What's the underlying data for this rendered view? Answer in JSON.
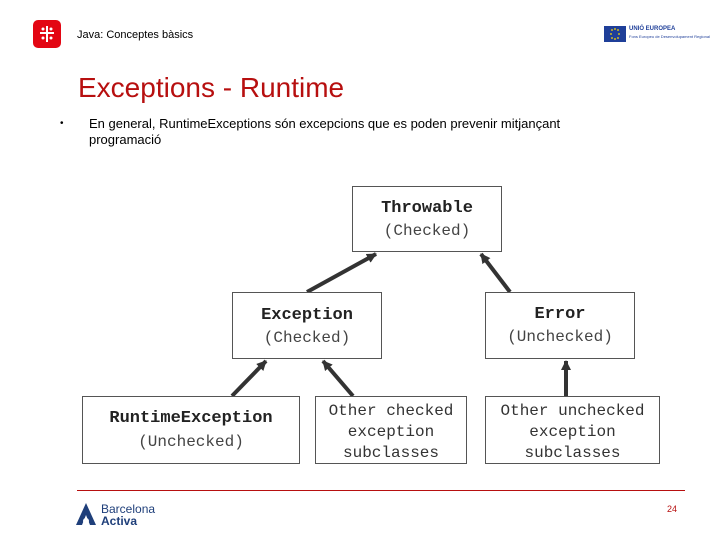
{
  "header": {
    "course_title": "Java: Conceptes bàsics",
    "eu_title": "UNIÓ EUROPEA",
    "eu_subtitle": "Fons Europeu de Desenvolupament Regional"
  },
  "slide": {
    "title": "Exceptions - Runtime",
    "bullet_symbol": "•",
    "bullet_text": "En general, RuntimeExceptions són excepcions que es poden prevenir mitjançant programació"
  },
  "diagram": {
    "throwable": {
      "name": "Throwable",
      "kind": "(Checked)"
    },
    "exception": {
      "name": "Exception",
      "kind": "(Checked)"
    },
    "error": {
      "name": "Error",
      "kind": "(Unchecked)"
    },
    "runtime_exception": {
      "name": "RuntimeException",
      "kind": "(Unchecked)"
    },
    "other_checked": {
      "line1": "Other checked",
      "line2": "exception",
      "line3": "subclasses"
    },
    "other_unchecked": {
      "line1": "Other unchecked",
      "line2": "exception",
      "line3": "subclasses"
    }
  },
  "footer": {
    "brand_line1": "Barcelona",
    "brand_line2": "Activa",
    "page_number": "24",
    "accent_color": "#b70f0f"
  }
}
